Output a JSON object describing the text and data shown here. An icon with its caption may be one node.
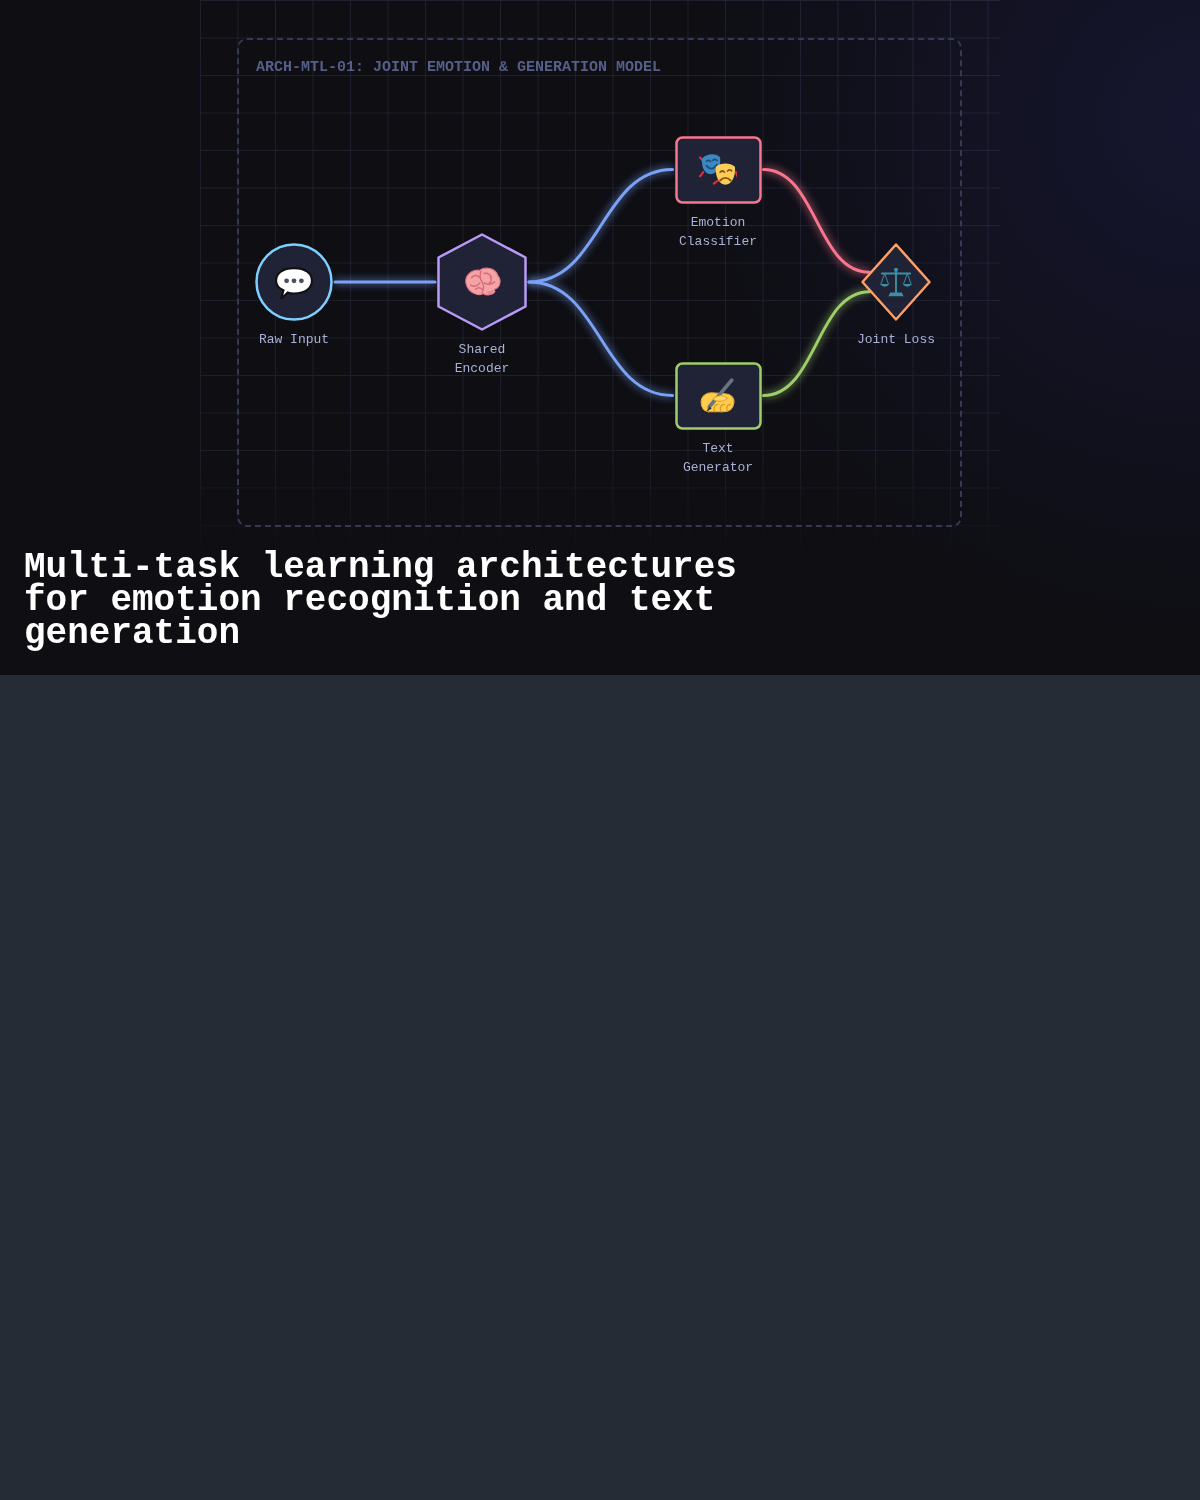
{
  "diagram": {
    "title": "Multi-task learning architectures for emotion recognition and text generation",
    "nodes": [
      {
        "text": [
          "ARCH-MTL-01: JOINT EMOTION & GENERATION MODEL"
        ]
      },
      {
        "text": [
          "Raw Input"
        ],
        "in": 0
      },
      {
        "text": [
          "Shared Encoder"
        ],
        "in": 0
      },
      {
        "text": [
          "Emotion Classifier"
        ],
        "in": 0
      },
      {
        "text": [
          "Text Generator"
        ],
        "in": 0
      },
      {
        "text": [
          "Joint Loss"
        ],
        "in": 0
      }
    ],
    "edges": [
      {
        "from": 1,
        "to": 2,
        "arrow": "none"
      },
      {
        "from": 2,
        "to": 3,
        "arrow": "none"
      },
      {
        "from": 2,
        "to": 4,
        "arrow": "none"
      },
      {
        "from": 3,
        "to": 5,
        "arrow": "none",
        "color": "#f7768e"
      },
      {
        "from": 4,
        "to": 5,
        "arrow": "none",
        "color": "#9ece6a"
      }
    ]
  }
}
